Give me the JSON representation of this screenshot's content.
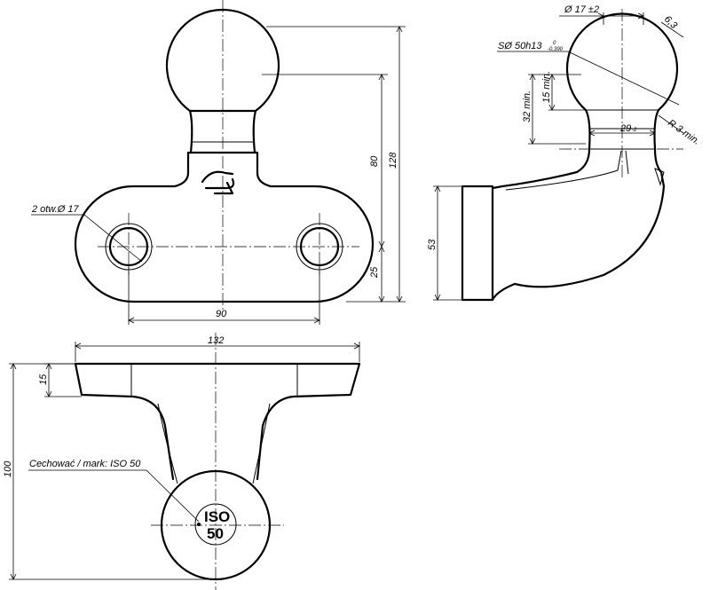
{
  "dimensions": {
    "d_ball": "Ø 17 ±2",
    "sphere": "SØ 50h13",
    "tolerance_upper": "0",
    "tolerance_lower": "-0,390",
    "angle": "6,3",
    "thirty_two_min": "32 min.",
    "fifteen_min": "15 min.",
    "twenty_nine": "29",
    "twenty_nine_tol": "-2",
    "r3_min": "R 3 min.",
    "eighty": "80",
    "one_twenty_eight": "128",
    "twenty_five": "25",
    "ninety": "90",
    "holes": "2 otw.Ø 17",
    "fifty_three": "53",
    "one_thirty_two": "132",
    "fifteen": "15",
    "hundred": "100"
  },
  "marking": {
    "label": "Cechować / mark: ISO 50",
    "stamp_line1": "ISO",
    "stamp_line2": "50"
  }
}
